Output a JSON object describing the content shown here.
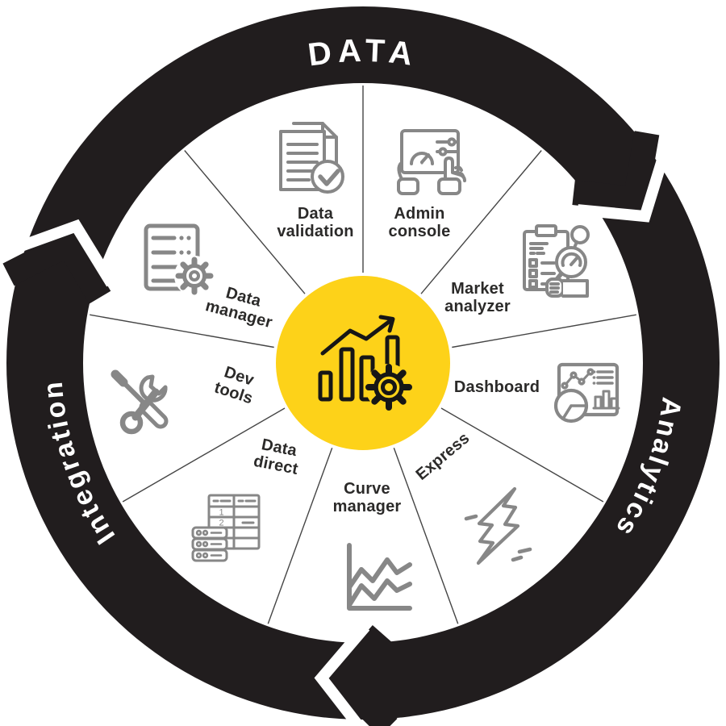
{
  "diagram": {
    "ring": {
      "top_label": "DATA",
      "right_label": "Analytics",
      "left_label": "Integration",
      "color": "#211D1E",
      "text_color": "#FFFFFF"
    },
    "center": {
      "background": "#FDD219",
      "icon": "bar-chart-growth-gear"
    },
    "icon_stroke_color": "#878787",
    "label_color": "#2B2A29",
    "segments": [
      {
        "id": "data-validation",
        "line1": "Data",
        "line2": "validation",
        "icon": "document-check-icon"
      },
      {
        "id": "admin-console",
        "line1": "Admin",
        "line2": "console",
        "icon": "tablet-hands-icon"
      },
      {
        "id": "market-analyzer",
        "line1": "Market",
        "line2": "analyzer",
        "icon": "clipboard-magnifier-icon"
      },
      {
        "id": "dashboard",
        "line1": "Dashboard",
        "line2": "",
        "icon": "charts-board-icon"
      },
      {
        "id": "express",
        "line1": "Express",
        "line2": "",
        "icon": "lightning-bolt-icon"
      },
      {
        "id": "curve-manager",
        "line1": "Curve",
        "line2": "manager",
        "icon": "line-graph-icon"
      },
      {
        "id": "data-direct",
        "line1": "Data",
        "line2": "direct",
        "icon": "table-servers-icon",
        "cell1": "1",
        "cell2": "2"
      },
      {
        "id": "dev-tools",
        "line1": "Dev",
        "line2": "tools",
        "icon": "screwdriver-wrench-icon"
      },
      {
        "id": "data-manager",
        "line1": "Data",
        "line2": "manager",
        "icon": "server-gear-icon"
      }
    ]
  }
}
